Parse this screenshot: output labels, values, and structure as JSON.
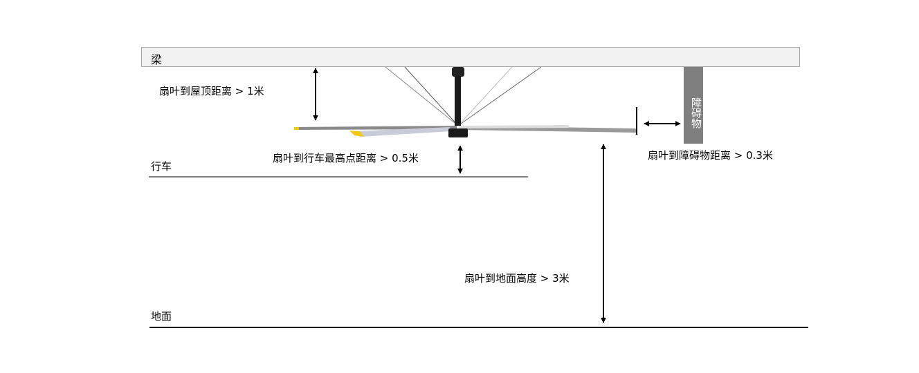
{
  "labels": {
    "beam": "梁",
    "obstacle": "障碍物",
    "crane": "行车",
    "ground": "地面"
  },
  "dimensions": {
    "blade_to_roof": "扇叶到屋顶距离 > 1米",
    "blade_to_crane": "扇叶到行车最高点距离 > 0.5米",
    "blade_to_obstacle": "扇叶到障碍物距离  > 0.3米",
    "blade_to_ground": "扇叶到地面高度 > 3米"
  },
  "colors": {
    "beam_fill": "#f2f2f2",
    "obstacle": "#7f7f7f",
    "blade_tip": "#f2c811"
  }
}
